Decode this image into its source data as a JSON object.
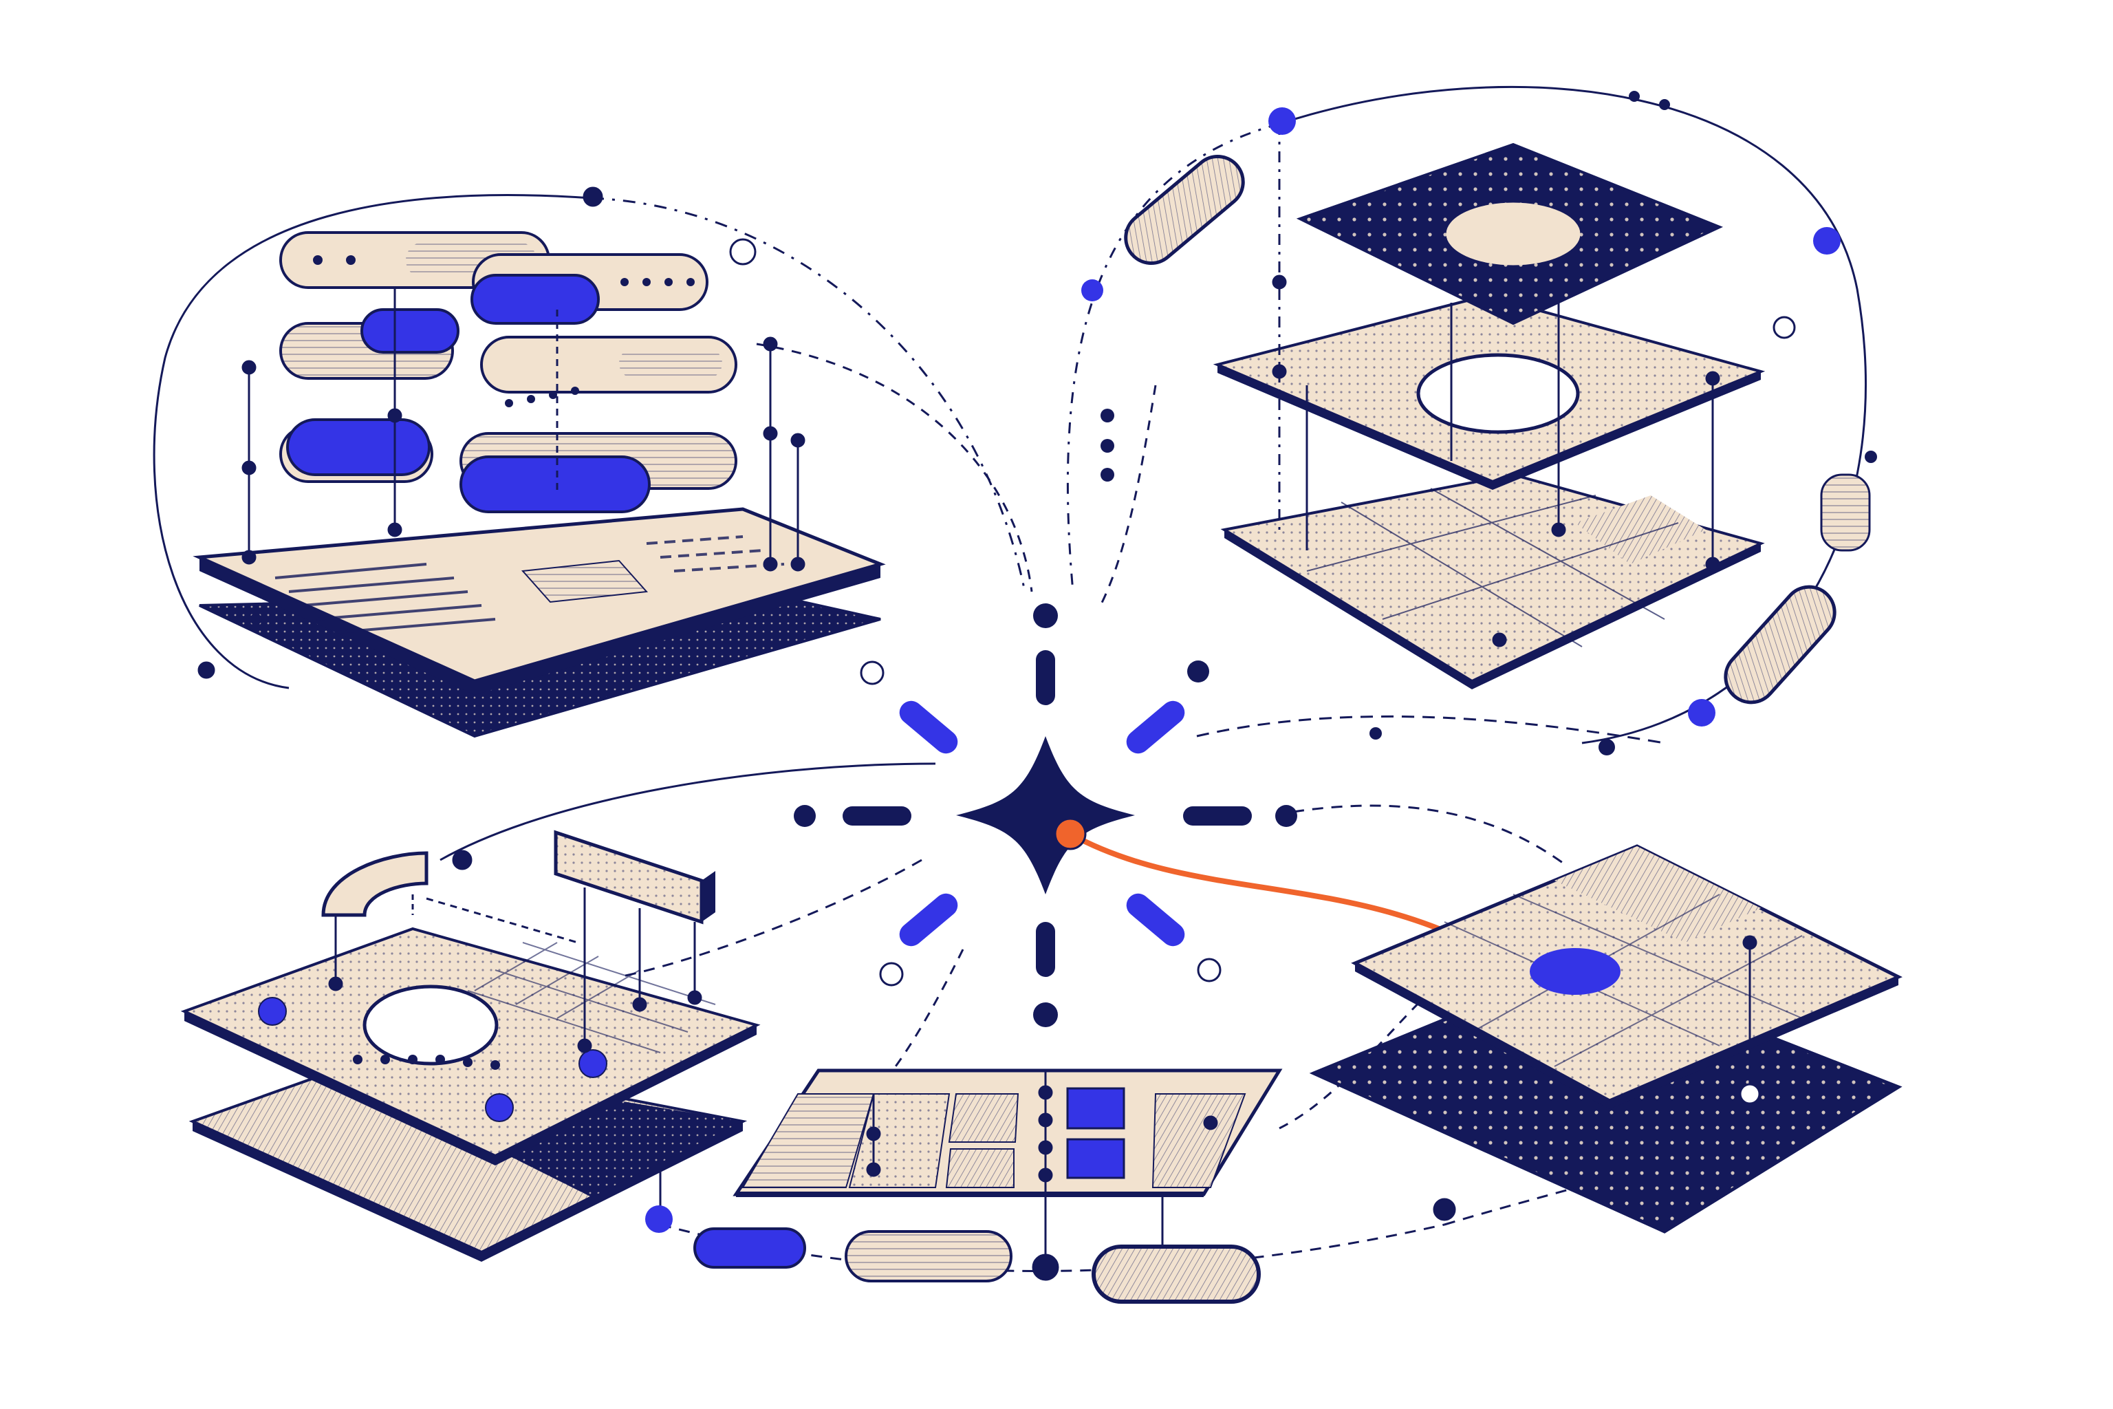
{
  "diagram": {
    "texts": [],
    "colors": {
      "navy": "#14195a",
      "cream": "#f2e2cf",
      "blue": "#3434e6",
      "orange": "#f0642c",
      "white": "#ffffff"
    },
    "central_node": {
      "icon": "four-point-star-icon"
    },
    "clusters": [
      {
        "id": "top-left",
        "kind": "form-panel-stack"
      },
      {
        "id": "top-right",
        "kind": "layered-grid-stack"
      },
      {
        "id": "bottom-left",
        "kind": "cutout-panel-stack"
      },
      {
        "id": "bottom-center",
        "kind": "tile-strip"
      },
      {
        "id": "bottom-right",
        "kind": "dotted-layer-stack"
      }
    ]
  }
}
